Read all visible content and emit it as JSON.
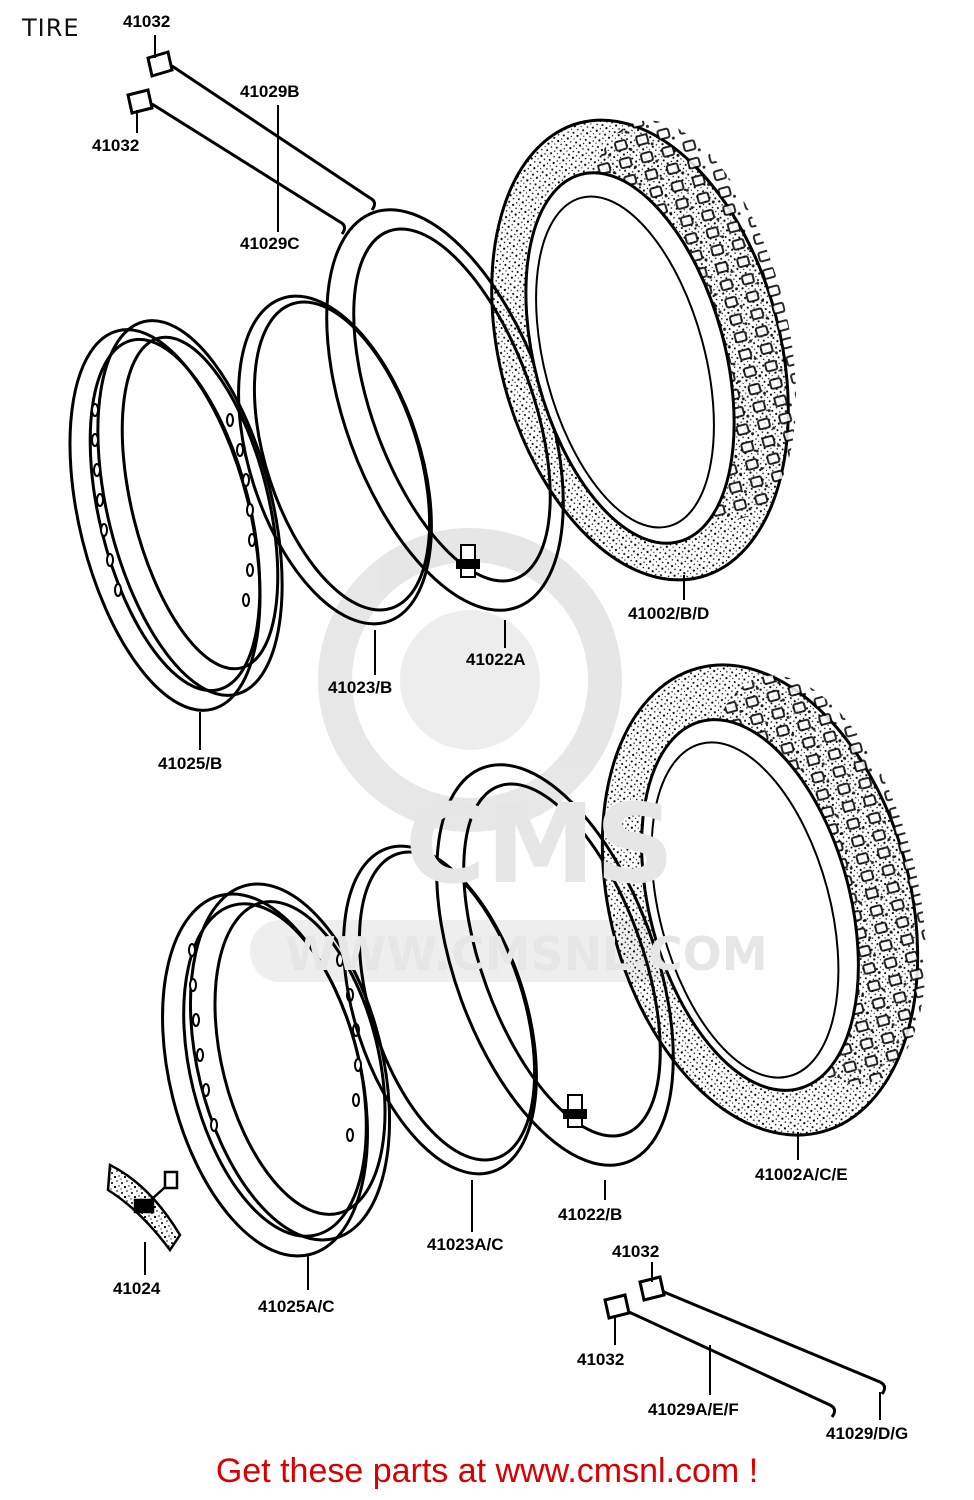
{
  "title": "TIRE",
  "watermark": {
    "logo_text": "CMS",
    "url_text": "WWW.CMSNL.COM"
  },
  "labels": {
    "p41032_a": "41032",
    "p41029B": "41029B",
    "p41032_b": "41032",
    "p41029C": "41029C",
    "p41002_BD": "41002/B/D",
    "p41022A": "41022A",
    "p41023_B": "41023/B",
    "p41025_B": "41025/B",
    "p41002A_CE": "41002A/C/E",
    "p41022_B": "41022/B",
    "p41023A_C": "41023A/C",
    "p41024": "41024",
    "p41025A_C": "41025A/C",
    "p41032_c": "41032",
    "p41032_d": "41032",
    "p41029A_EF": "41029A/E/F",
    "p41029_DG": "41029/D/G"
  },
  "footer": "Get these parts at www.cmsnl.com !",
  "colors": {
    "line": "#000000",
    "footer": "#d80000",
    "watermark": "#e6e6e6"
  }
}
